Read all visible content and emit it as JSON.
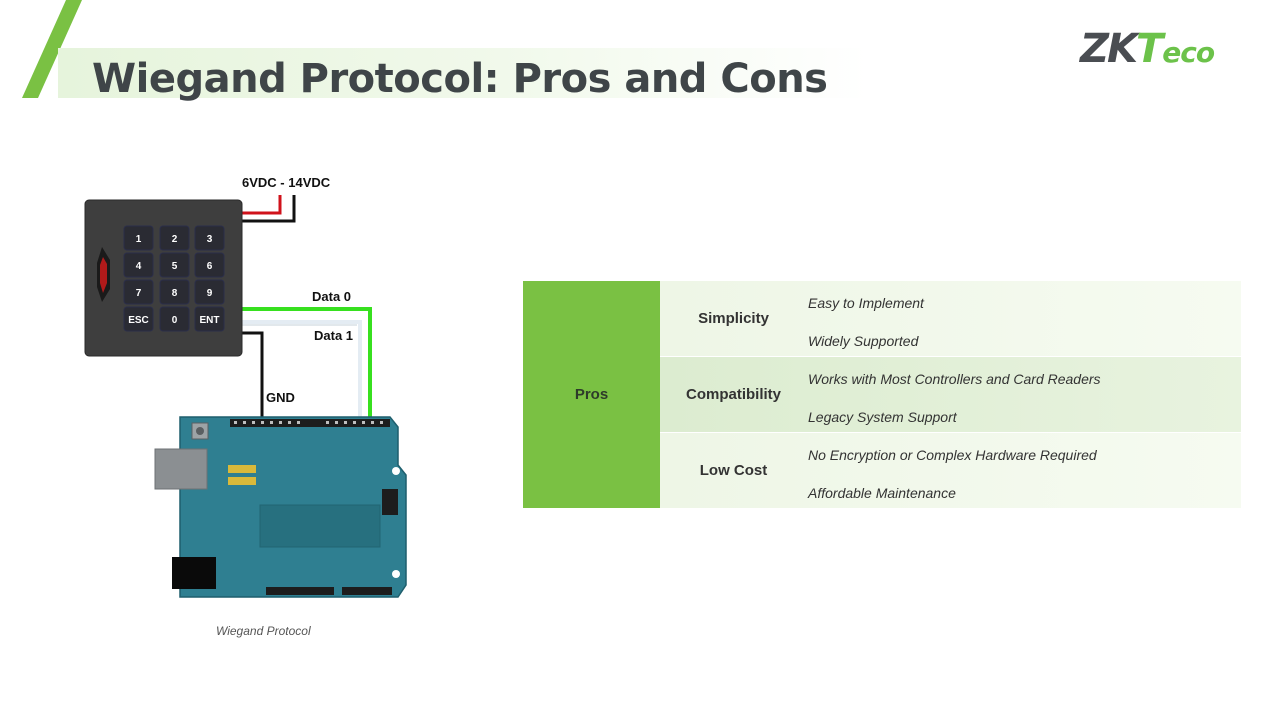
{
  "header": {
    "title": "Wiegand Protocol: Pros and Cons",
    "logo_main": "ZK",
    "logo_t": "T",
    "logo_eco": "eco"
  },
  "colors": {
    "accent_green": "#7ac143",
    "title_text": "#3f4548",
    "board_teal": "#2f7f91"
  },
  "diagram": {
    "power_label": "6VDC - 14VDC",
    "data0_label": "Data 0",
    "data1_label": "Data 1",
    "gnd_label": "GND",
    "keys": [
      "1",
      "2",
      "3",
      "4",
      "5",
      "6",
      "7",
      "8",
      "9",
      "ESC",
      "0",
      "ENT"
    ],
    "caption": "Wiegand Protocol"
  },
  "table": {
    "pros_label": "Pros",
    "rows": [
      {
        "category": "Simplicity",
        "items": [
          "Easy to Implement",
          "Widely Supported"
        ]
      },
      {
        "category": "Compatibility",
        "items": [
          "Works with Most Controllers and Card Readers",
          "Legacy System Support"
        ]
      },
      {
        "category": "Low Cost",
        "items": [
          "No Encryption or Complex Hardware Required",
          "Affordable Maintenance"
        ]
      }
    ]
  }
}
